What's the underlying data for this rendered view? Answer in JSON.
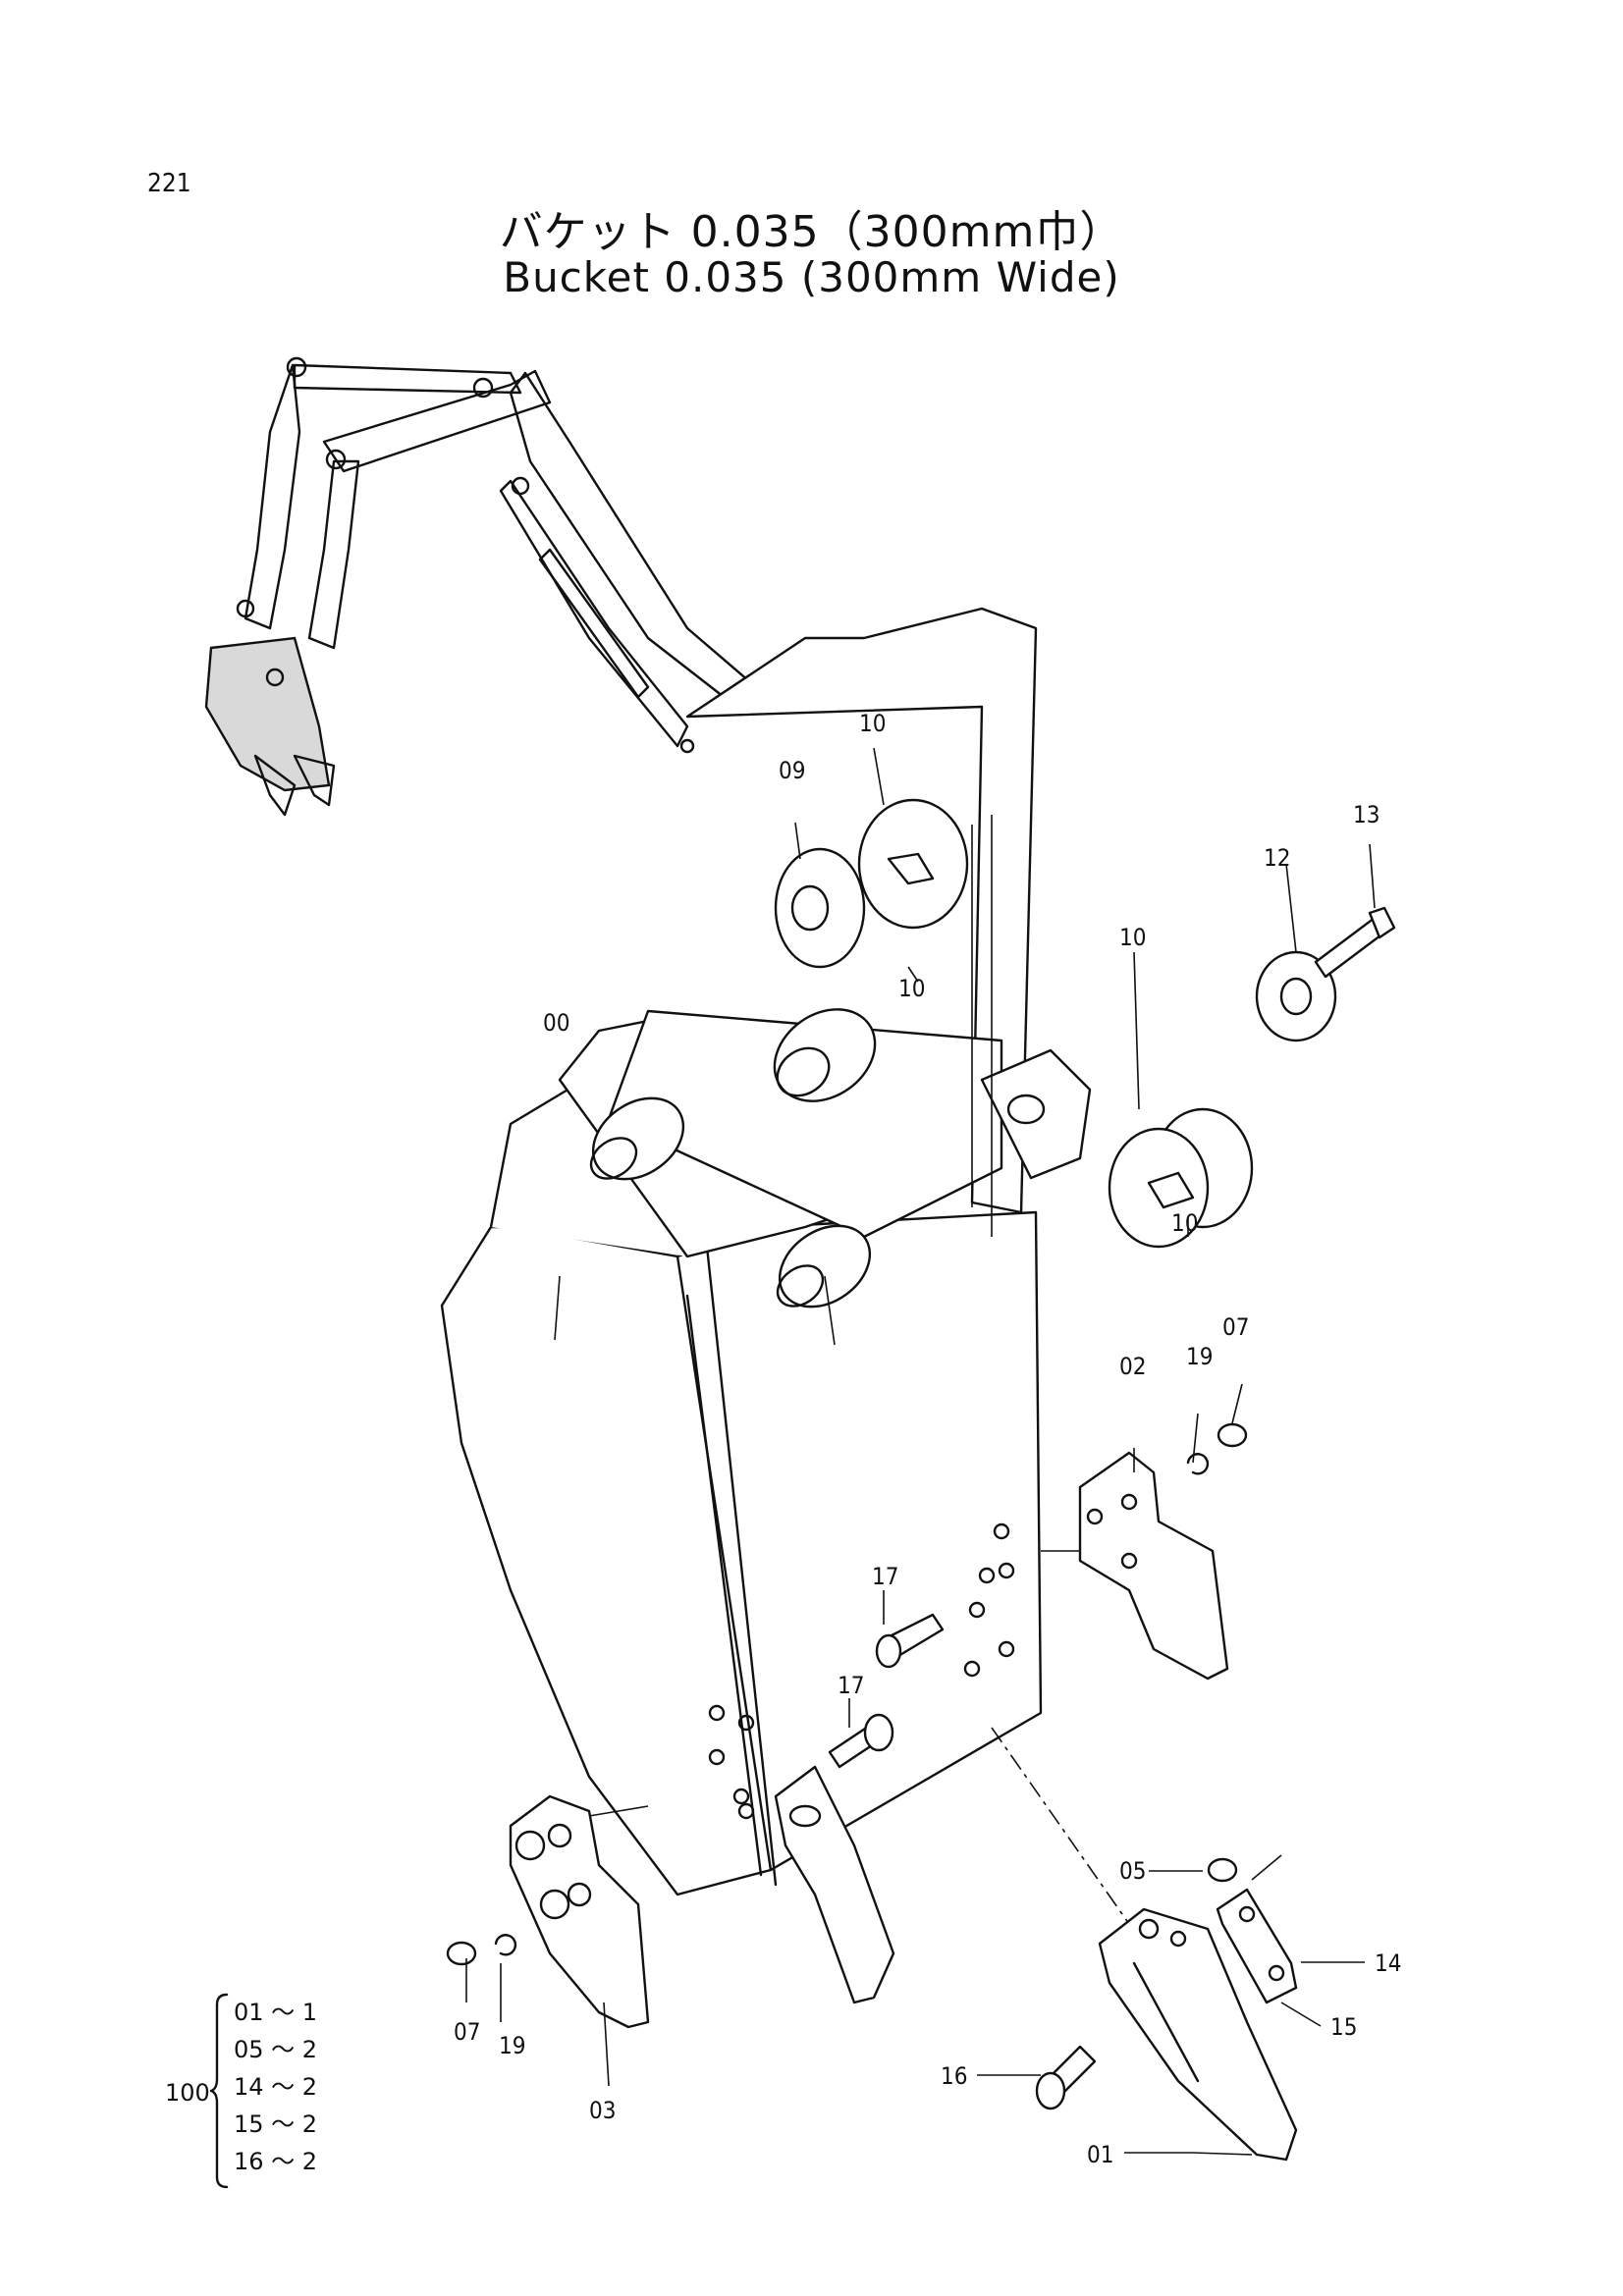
{
  "page": {
    "number": "221"
  },
  "title": {
    "japanese": "バケット 0.035（300mm巾）",
    "english": "Bucket 0.035 (300mm Wide)"
  },
  "callouts": [
    "00",
    "01",
    "02",
    "03",
    "05",
    "07",
    "07",
    "09",
    "10",
    "10",
    "10",
    "10",
    "12",
    "13",
    "14",
    "15",
    "16",
    "17",
    "17",
    "19",
    "19"
  ],
  "kit": {
    "number": "100",
    "items": [
      "01 ～ 1",
      "05 ～ 2",
      "14 ～ 2",
      "15 ～ 2",
      "16 ～ 2"
    ]
  }
}
